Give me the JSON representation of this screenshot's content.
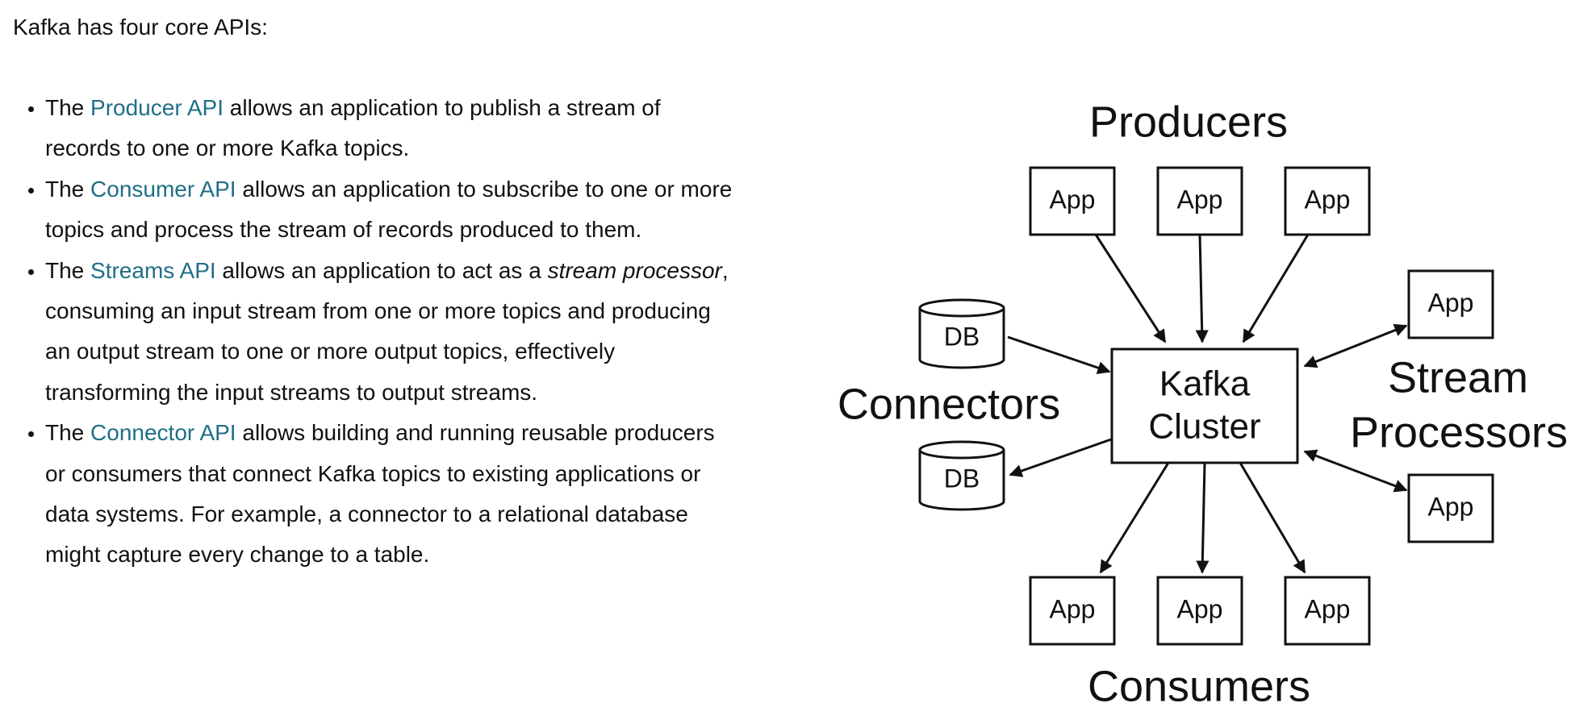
{
  "intro": "Kafka has four core APIs:",
  "colors": {
    "link": "#1f6f86",
    "text": "#111111",
    "diagram": "#111111"
  },
  "apis": [
    {
      "prefix": "The ",
      "link": "Producer API",
      "middle": " allows an application to publish a stream of records to one or more Kafka topics.",
      "emphasis": "",
      "suffix": ""
    },
    {
      "prefix": "The ",
      "link": "Consumer API",
      "middle": " allows an application to subscribe to one or more topics and process the stream of records produced to them.",
      "emphasis": "",
      "suffix": ""
    },
    {
      "prefix": "The ",
      "link": "Streams API",
      "middle": " allows an application to act as a ",
      "emphasis": "stream processor",
      "suffix": ", consuming an input stream from one or more topics and producing an output stream to one or more output topics, effectively transforming the input streams to output streams."
    },
    {
      "prefix": "The ",
      "link": "Connector API",
      "middle": " allows building and running reusable producers or consumers that connect Kafka topics to existing applications or data systems. For example, a connector to a relational database might capture every change to a table.",
      "emphasis": "",
      "suffix": ""
    }
  ],
  "diagram": {
    "center": [
      "Kafka",
      "Cluster"
    ],
    "groups": {
      "producers": "Producers",
      "consumers": "Consumers",
      "connectors": "Connectors",
      "stream_processors": [
        "Stream",
        "Processors"
      ]
    },
    "app_label": "App",
    "db_label": "DB"
  }
}
